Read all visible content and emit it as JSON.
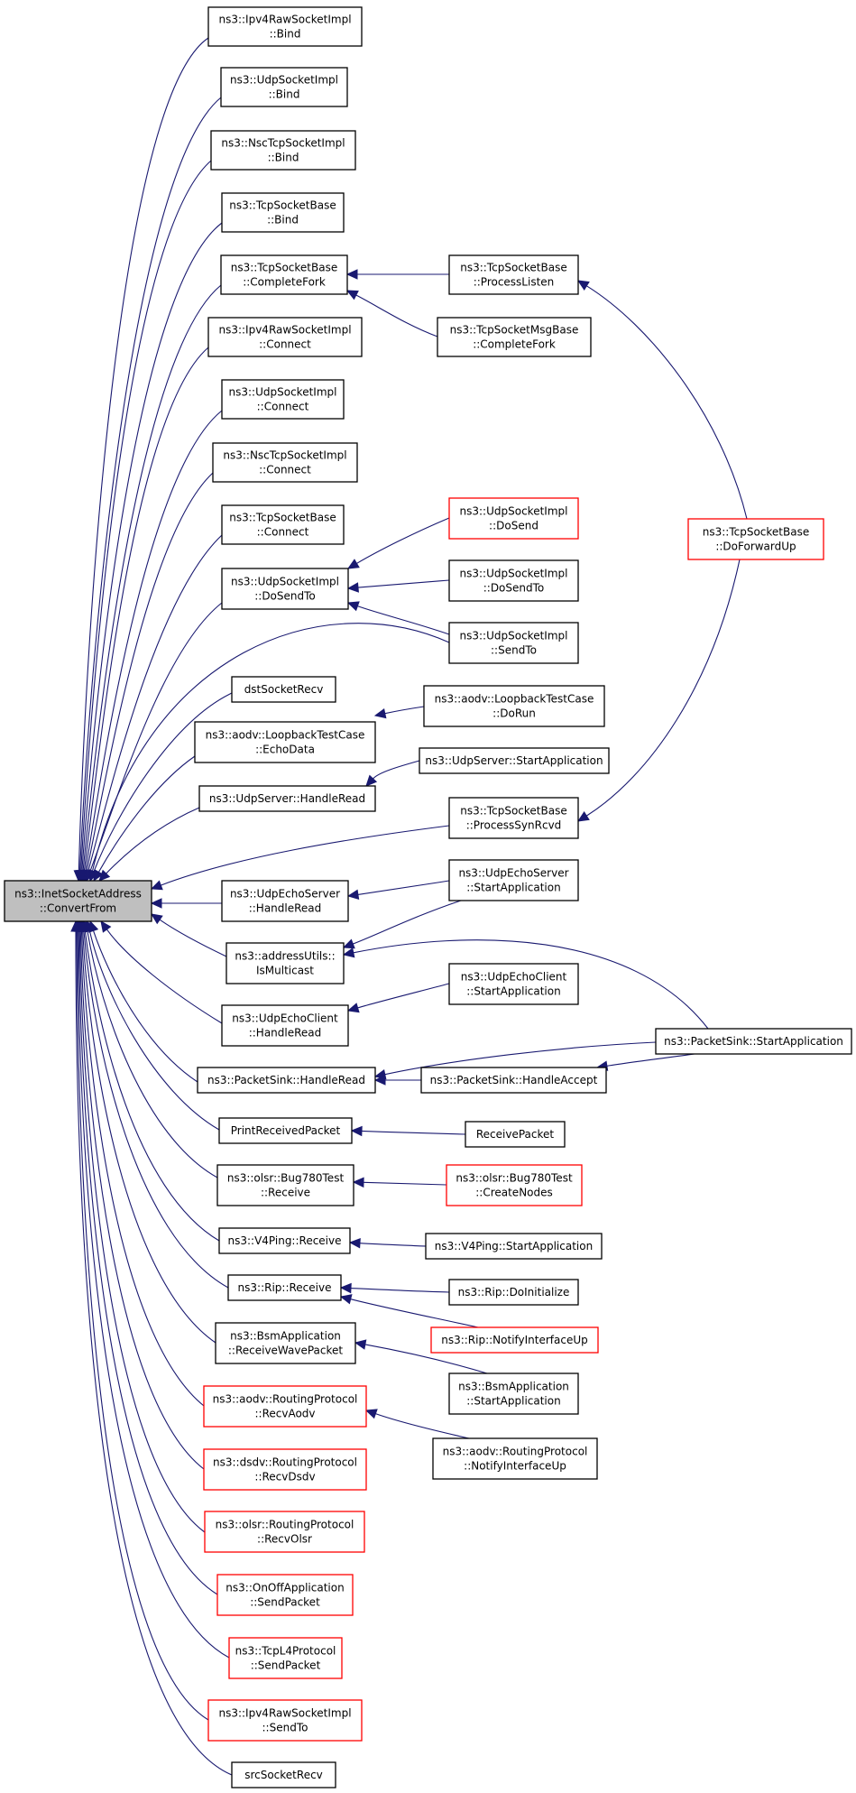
{
  "graph": {
    "edge_color": "#191970",
    "root_fill": "#bfbfbf",
    "red_border": "#ff0000",
    "nodes": [
      {
        "id": "root",
        "lines": [
          "ns3::InetSocketAddress",
          "::ConvertFrom"
        ],
        "style": "root"
      },
      {
        "id": "n1",
        "lines": [
          "ns3::Ipv4RawSocketImpl",
          "::Bind"
        ],
        "style": "black"
      },
      {
        "id": "n2",
        "lines": [
          "ns3::UdpSocketImpl",
          "::Bind"
        ],
        "style": "black"
      },
      {
        "id": "n3",
        "lines": [
          "ns3::NscTcpSocketImpl",
          "::Bind"
        ],
        "style": "black"
      },
      {
        "id": "n4",
        "lines": [
          "ns3::TcpSocketBase",
          "::Bind"
        ],
        "style": "black"
      },
      {
        "id": "n5",
        "lines": [
          "ns3::TcpSocketBase",
          "::CompleteFork"
        ],
        "style": "black"
      },
      {
        "id": "n6",
        "lines": [
          "ns3::Ipv4RawSocketImpl",
          "::Connect"
        ],
        "style": "black"
      },
      {
        "id": "n7",
        "lines": [
          "ns3::UdpSocketImpl",
          "::Connect"
        ],
        "style": "black"
      },
      {
        "id": "n8",
        "lines": [
          "ns3::NscTcpSocketImpl",
          "::Connect"
        ],
        "style": "black"
      },
      {
        "id": "n9",
        "lines": [
          "ns3::TcpSocketBase",
          "::Connect"
        ],
        "style": "black"
      },
      {
        "id": "n10",
        "lines": [
          "ns3::UdpSocketImpl",
          "::DoSendTo"
        ],
        "style": "black"
      },
      {
        "id": "n11",
        "lines": [
          "dstSocketRecv"
        ],
        "style": "black"
      },
      {
        "id": "n12",
        "lines": [
          "ns3::aodv::LoopbackTestCase",
          "::EchoData"
        ],
        "style": "black"
      },
      {
        "id": "n13",
        "lines": [
          "ns3::UdpServer::HandleRead"
        ],
        "style": "black"
      },
      {
        "id": "n14",
        "lines": [
          "ns3::UdpEchoServer",
          "::HandleRead"
        ],
        "style": "black"
      },
      {
        "id": "n15",
        "lines": [
          "ns3::addressUtils::",
          "IsMulticast"
        ],
        "style": "black"
      },
      {
        "id": "n16",
        "lines": [
          "ns3::UdpEchoClient",
          "::HandleRead"
        ],
        "style": "black"
      },
      {
        "id": "n17",
        "lines": [
          "ns3::PacketSink::HandleRead"
        ],
        "style": "black"
      },
      {
        "id": "n18",
        "lines": [
          "PrintReceivedPacket"
        ],
        "style": "black"
      },
      {
        "id": "n19",
        "lines": [
          "ns3::olsr::Bug780Test",
          "::Receive"
        ],
        "style": "black"
      },
      {
        "id": "n20",
        "lines": [
          "ns3::V4Ping::Receive"
        ],
        "style": "black"
      },
      {
        "id": "n21",
        "lines": [
          "ns3::Rip::Receive"
        ],
        "style": "black"
      },
      {
        "id": "n22",
        "lines": [
          "ns3::BsmApplication",
          "::ReceiveWavePacket"
        ],
        "style": "black"
      },
      {
        "id": "n23",
        "lines": [
          "ns3::aodv::RoutingProtocol",
          "::RecvAodv"
        ],
        "style": "red"
      },
      {
        "id": "n24",
        "lines": [
          "ns3::dsdv::RoutingProtocol",
          "::RecvDsdv"
        ],
        "style": "red"
      },
      {
        "id": "n25",
        "lines": [
          "ns3::olsr::RoutingProtocol",
          "::RecvOlsr"
        ],
        "style": "red"
      },
      {
        "id": "n26",
        "lines": [
          "ns3::OnOffApplication",
          "::SendPacket"
        ],
        "style": "red"
      },
      {
        "id": "n27",
        "lines": [
          "ns3::TcpL4Protocol",
          "::SendPacket"
        ],
        "style": "red"
      },
      {
        "id": "n28",
        "lines": [
          "ns3::Ipv4RawSocketImpl",
          "::SendTo"
        ],
        "style": "red"
      },
      {
        "id": "n29",
        "lines": [
          "srcSocketRecv"
        ],
        "style": "black"
      },
      {
        "id": "m1",
        "lines": [
          "ns3::TcpSocketBase",
          "::ProcessListen"
        ],
        "style": "black"
      },
      {
        "id": "m2",
        "lines": [
          "ns3::TcpSocketMsgBase",
          "::CompleteFork"
        ],
        "style": "black"
      },
      {
        "id": "m3",
        "lines": [
          "ns3::UdpSocketImpl",
          "::DoSend"
        ],
        "style": "red"
      },
      {
        "id": "m4",
        "lines": [
          "ns3::UdpSocketImpl",
          "::DoSendTo"
        ],
        "style": "black"
      },
      {
        "id": "m5",
        "lines": [
          "ns3::UdpSocketImpl",
          "::SendTo"
        ],
        "style": "black"
      },
      {
        "id": "m6",
        "lines": [
          "ns3::aodv::LoopbackTestCase",
          "::DoRun"
        ],
        "style": "black"
      },
      {
        "id": "m7",
        "lines": [
          "ns3::UdpServer::StartApplication"
        ],
        "style": "black"
      },
      {
        "id": "m8",
        "lines": [
          "ns3::TcpSocketBase",
          "::ProcessSynRcvd"
        ],
        "style": "black"
      },
      {
        "id": "m9",
        "lines": [
          "ns3::UdpEchoServer",
          "::StartApplication"
        ],
        "style": "black"
      },
      {
        "id": "m10",
        "lines": [
          "ns3::UdpEchoClient",
          "::StartApplication"
        ],
        "style": "black"
      },
      {
        "id": "m11",
        "lines": [
          "ns3::PacketSink::HandleAccept"
        ],
        "style": "black"
      },
      {
        "id": "m12",
        "lines": [
          "ReceivePacket"
        ],
        "style": "black"
      },
      {
        "id": "m13",
        "lines": [
          "ns3::olsr::Bug780Test",
          "::CreateNodes"
        ],
        "style": "red"
      },
      {
        "id": "m14",
        "lines": [
          "ns3::V4Ping::StartApplication"
        ],
        "style": "black"
      },
      {
        "id": "m15",
        "lines": [
          "ns3::Rip::DoInitialize"
        ],
        "style": "black"
      },
      {
        "id": "m16",
        "lines": [
          "ns3::Rip::NotifyInterfaceUp"
        ],
        "style": "red"
      },
      {
        "id": "m17",
        "lines": [
          "ns3::BsmApplication",
          "::StartApplication"
        ],
        "style": "black"
      },
      {
        "id": "m18",
        "lines": [
          "ns3::aodv::RoutingProtocol",
          "::NotifyInterfaceUp"
        ],
        "style": "black"
      },
      {
        "id": "r1",
        "lines": [
          "ns3::TcpSocketBase",
          "::DoForwardUp"
        ],
        "style": "red"
      },
      {
        "id": "r2",
        "lines": [
          "ns3::PacketSink::StartApplication"
        ],
        "style": "black"
      }
    ],
    "edges": [
      {
        "from": "n1",
        "to": "root"
      },
      {
        "from": "n2",
        "to": "root"
      },
      {
        "from": "n3",
        "to": "root"
      },
      {
        "from": "n4",
        "to": "root"
      },
      {
        "from": "n5",
        "to": "root"
      },
      {
        "from": "n6",
        "to": "root"
      },
      {
        "from": "n7",
        "to": "root"
      },
      {
        "from": "n8",
        "to": "root"
      },
      {
        "from": "n9",
        "to": "root"
      },
      {
        "from": "n10",
        "to": "root"
      },
      {
        "from": "m5",
        "to": "root"
      },
      {
        "from": "n11",
        "to": "root"
      },
      {
        "from": "n12",
        "to": "root"
      },
      {
        "from": "n13",
        "to": "root"
      },
      {
        "from": "m8",
        "to": "root"
      },
      {
        "from": "n14",
        "to": "root"
      },
      {
        "from": "n15",
        "to": "root"
      },
      {
        "from": "n16",
        "to": "root"
      },
      {
        "from": "n17",
        "to": "root"
      },
      {
        "from": "n18",
        "to": "root"
      },
      {
        "from": "n19",
        "to": "root"
      },
      {
        "from": "n20",
        "to": "root"
      },
      {
        "from": "n21",
        "to": "root"
      },
      {
        "from": "n22",
        "to": "root"
      },
      {
        "from": "n23",
        "to": "root"
      },
      {
        "from": "n24",
        "to": "root"
      },
      {
        "from": "n25",
        "to": "root"
      },
      {
        "from": "n26",
        "to": "root"
      },
      {
        "from": "n27",
        "to": "root"
      },
      {
        "from": "n28",
        "to": "root"
      },
      {
        "from": "n29",
        "to": "root"
      },
      {
        "from": "m1",
        "to": "n5"
      },
      {
        "from": "m2",
        "to": "n5"
      },
      {
        "from": "m3",
        "to": "n10"
      },
      {
        "from": "m4",
        "to": "n10"
      },
      {
        "from": "m5",
        "to": "n10"
      },
      {
        "from": "m6",
        "to": "n12"
      },
      {
        "from": "m7",
        "to": "n13"
      },
      {
        "from": "m9",
        "to": "n14"
      },
      {
        "from": "m9",
        "to": "n15"
      },
      {
        "from": "r2",
        "to": "n15"
      },
      {
        "from": "m10",
        "to": "n16"
      },
      {
        "from": "r2",
        "to": "n17"
      },
      {
        "from": "m11",
        "to": "n17"
      },
      {
        "from": "r2",
        "to": "m11"
      },
      {
        "from": "m12",
        "to": "n18"
      },
      {
        "from": "m13",
        "to": "n19"
      },
      {
        "from": "m14",
        "to": "n20"
      },
      {
        "from": "m15",
        "to": "n21"
      },
      {
        "from": "m16",
        "to": "n21"
      },
      {
        "from": "m17",
        "to": "n22"
      },
      {
        "from": "m18",
        "to": "n23"
      },
      {
        "from": "r1",
        "to": "m1"
      },
      {
        "from": "r1",
        "to": "m8"
      }
    ]
  }
}
